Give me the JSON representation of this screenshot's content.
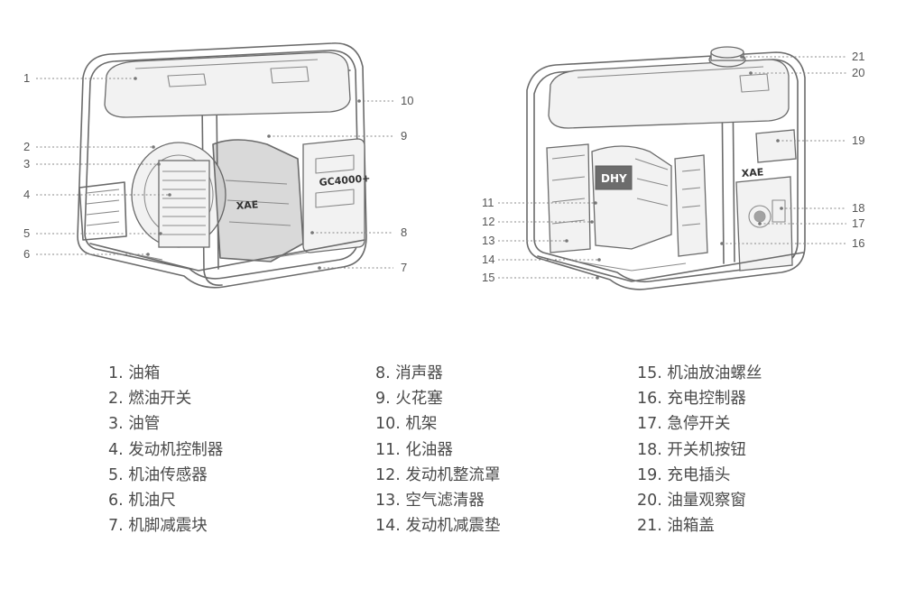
{
  "left_callouts": [
    "1",
    "2",
    "3",
    "4",
    "5",
    "6",
    "7",
    "8",
    "9",
    "10"
  ],
  "right_callouts": [
    "11",
    "12",
    "13",
    "14",
    "15",
    "16",
    "17",
    "18",
    "19",
    "20",
    "21"
  ],
  "left_machine_label": "GC4000+",
  "engine_brand_mark": "DHY",
  "brand_badge": "XAE",
  "legend": [
    [
      "1. 油箱",
      "2. 燃油开关",
      "3. 油管",
      "4. 发动机控制器",
      "5. 机油传感器",
      "6. 机油尺",
      "7. 机脚减震块"
    ],
    [
      "8. 消声器",
      "9. 火花塞",
      "10. 机架",
      "11. 化油器",
      "12. 发动机整流罩",
      "13. 空气滤清器",
      "14. 发动机减震垫"
    ],
    [
      "15. 机油放油螺丝",
      "16. 充电控制器",
      "17. 急停开关",
      "18. 开关机按钮",
      "19. 充电插头",
      "20. 油量观察窗",
      "21. 油箱盖"
    ]
  ]
}
